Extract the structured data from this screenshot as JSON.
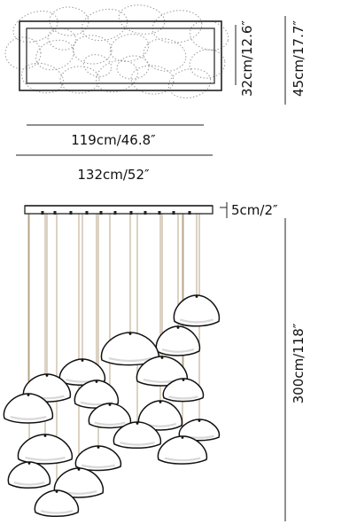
{
  "dimensions": {
    "inner_width": "119cm/46.8″",
    "outer_width": "132cm/52″",
    "inner_depth": "32cm/12.6″",
    "outer_depth": "45cm/17.7″",
    "canopy_height": "5cm/2″",
    "drop_height": "300cm/118″"
  },
  "colors": {
    "line": "#222222",
    "shade_fill": "#ffffff",
    "shade_stroke": "#111111",
    "shade_shadow": "#d8d8d8",
    "dotted": "#9a9a9a",
    "wire": "#b9a487"
  }
}
